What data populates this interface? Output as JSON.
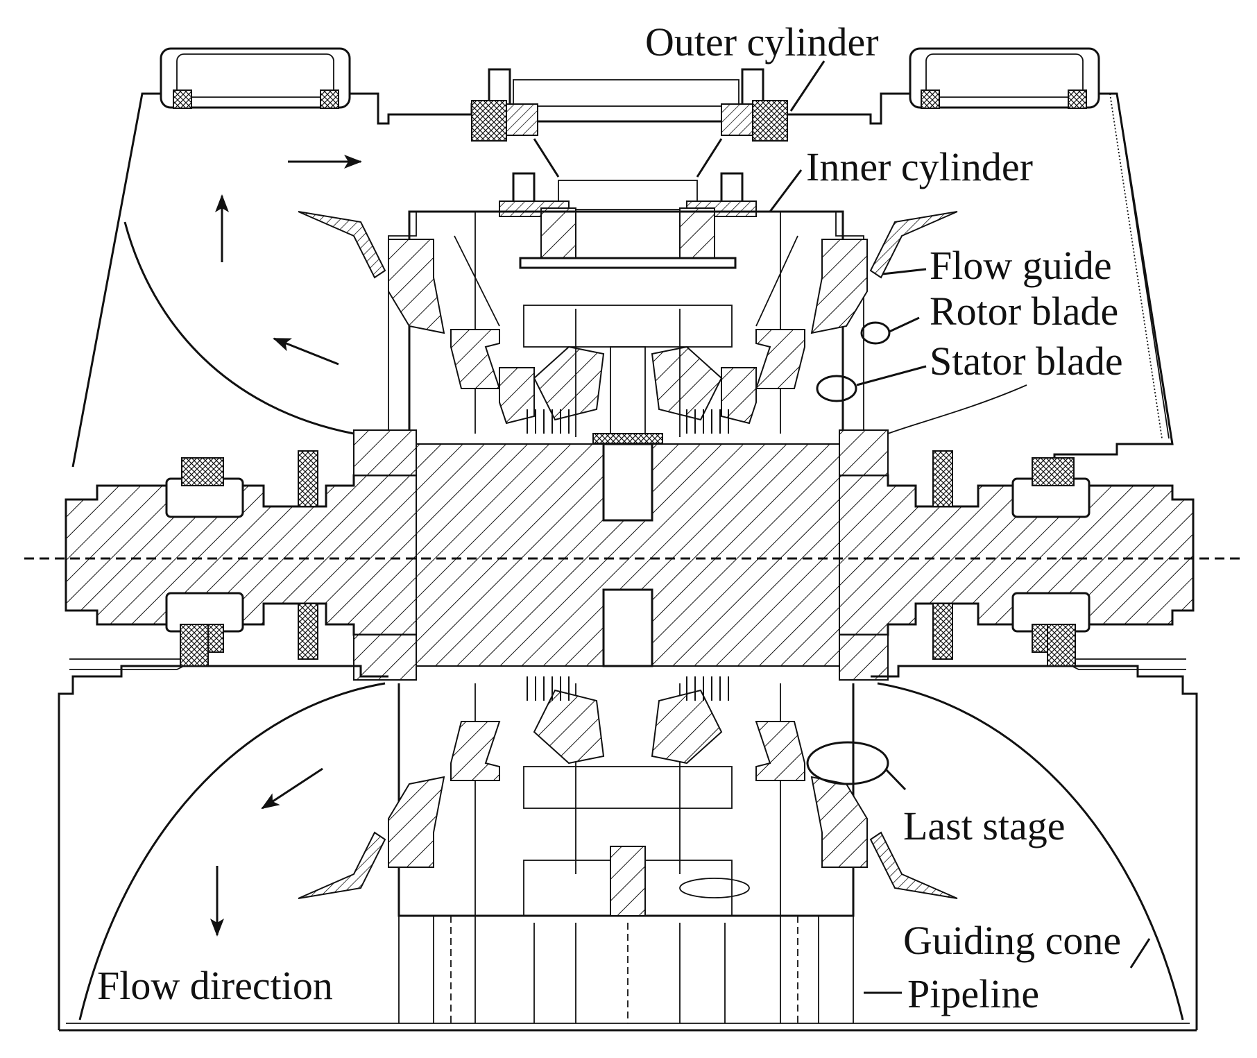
{
  "labels": {
    "outer_cylinder": "Outer cylinder",
    "inner_cylinder": "Inner cylinder",
    "flow_guide": "Flow guide",
    "rotor_blade": "Rotor blade",
    "stator_blade": "Stator blade",
    "last_stage": "Last stage",
    "guiding_cone": "Guiding cone",
    "pipeline": "Pipeline",
    "flow_direction": "Flow direction"
  },
  "colors": {
    "line": "#111111",
    "background": "#ffffff"
  }
}
